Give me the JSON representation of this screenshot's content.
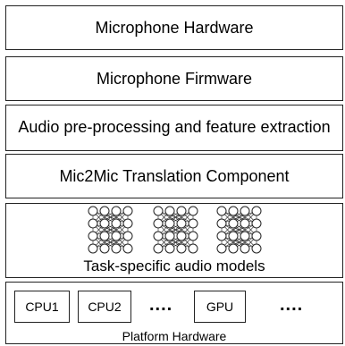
{
  "layers": {
    "microphone_hardware": "Microphone Hardware",
    "microphone_firmware": "Microphone Firmware",
    "audio_preprocessing": "Audio pre-processing and feature extraction",
    "mic2mic": "Mic2Mic Translation Component",
    "task_models": "Task-specific audio models",
    "platform_hardware": "Platform Hardware"
  },
  "platform": {
    "chips": [
      "CPU1",
      "CPU2",
      "GPU"
    ],
    "ellipsis": "...."
  },
  "neural_nets": {
    "count": 3,
    "layer_sizes": [
      4,
      4,
      4
    ],
    "icon": "neural-network-icon"
  },
  "colors": {
    "border": "#222222",
    "background": "#ffffff"
  }
}
